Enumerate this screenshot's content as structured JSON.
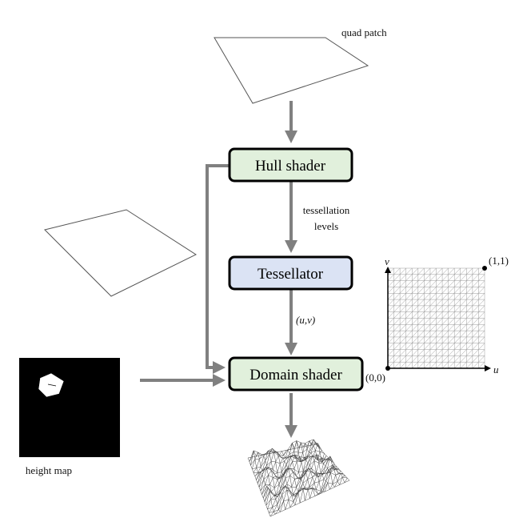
{
  "nodes": {
    "hull": "Hull shader",
    "tessellator": "Tessellator",
    "domain": "Domain shader"
  },
  "labels": {
    "quad_patch": "quad patch",
    "tess_levels_line1": "tessellation",
    "tess_levels_line2": "levels",
    "uv": "(u,v)",
    "height_map": "height map",
    "corner_11": "(1,1)",
    "corner_00": "(0,0)",
    "axis_u": "u",
    "axis_v": "v"
  },
  "colors": {
    "shader_fill": "#e1f0dc",
    "tessellator_fill": "#dbe3f4",
    "arrow": "#808080"
  }
}
